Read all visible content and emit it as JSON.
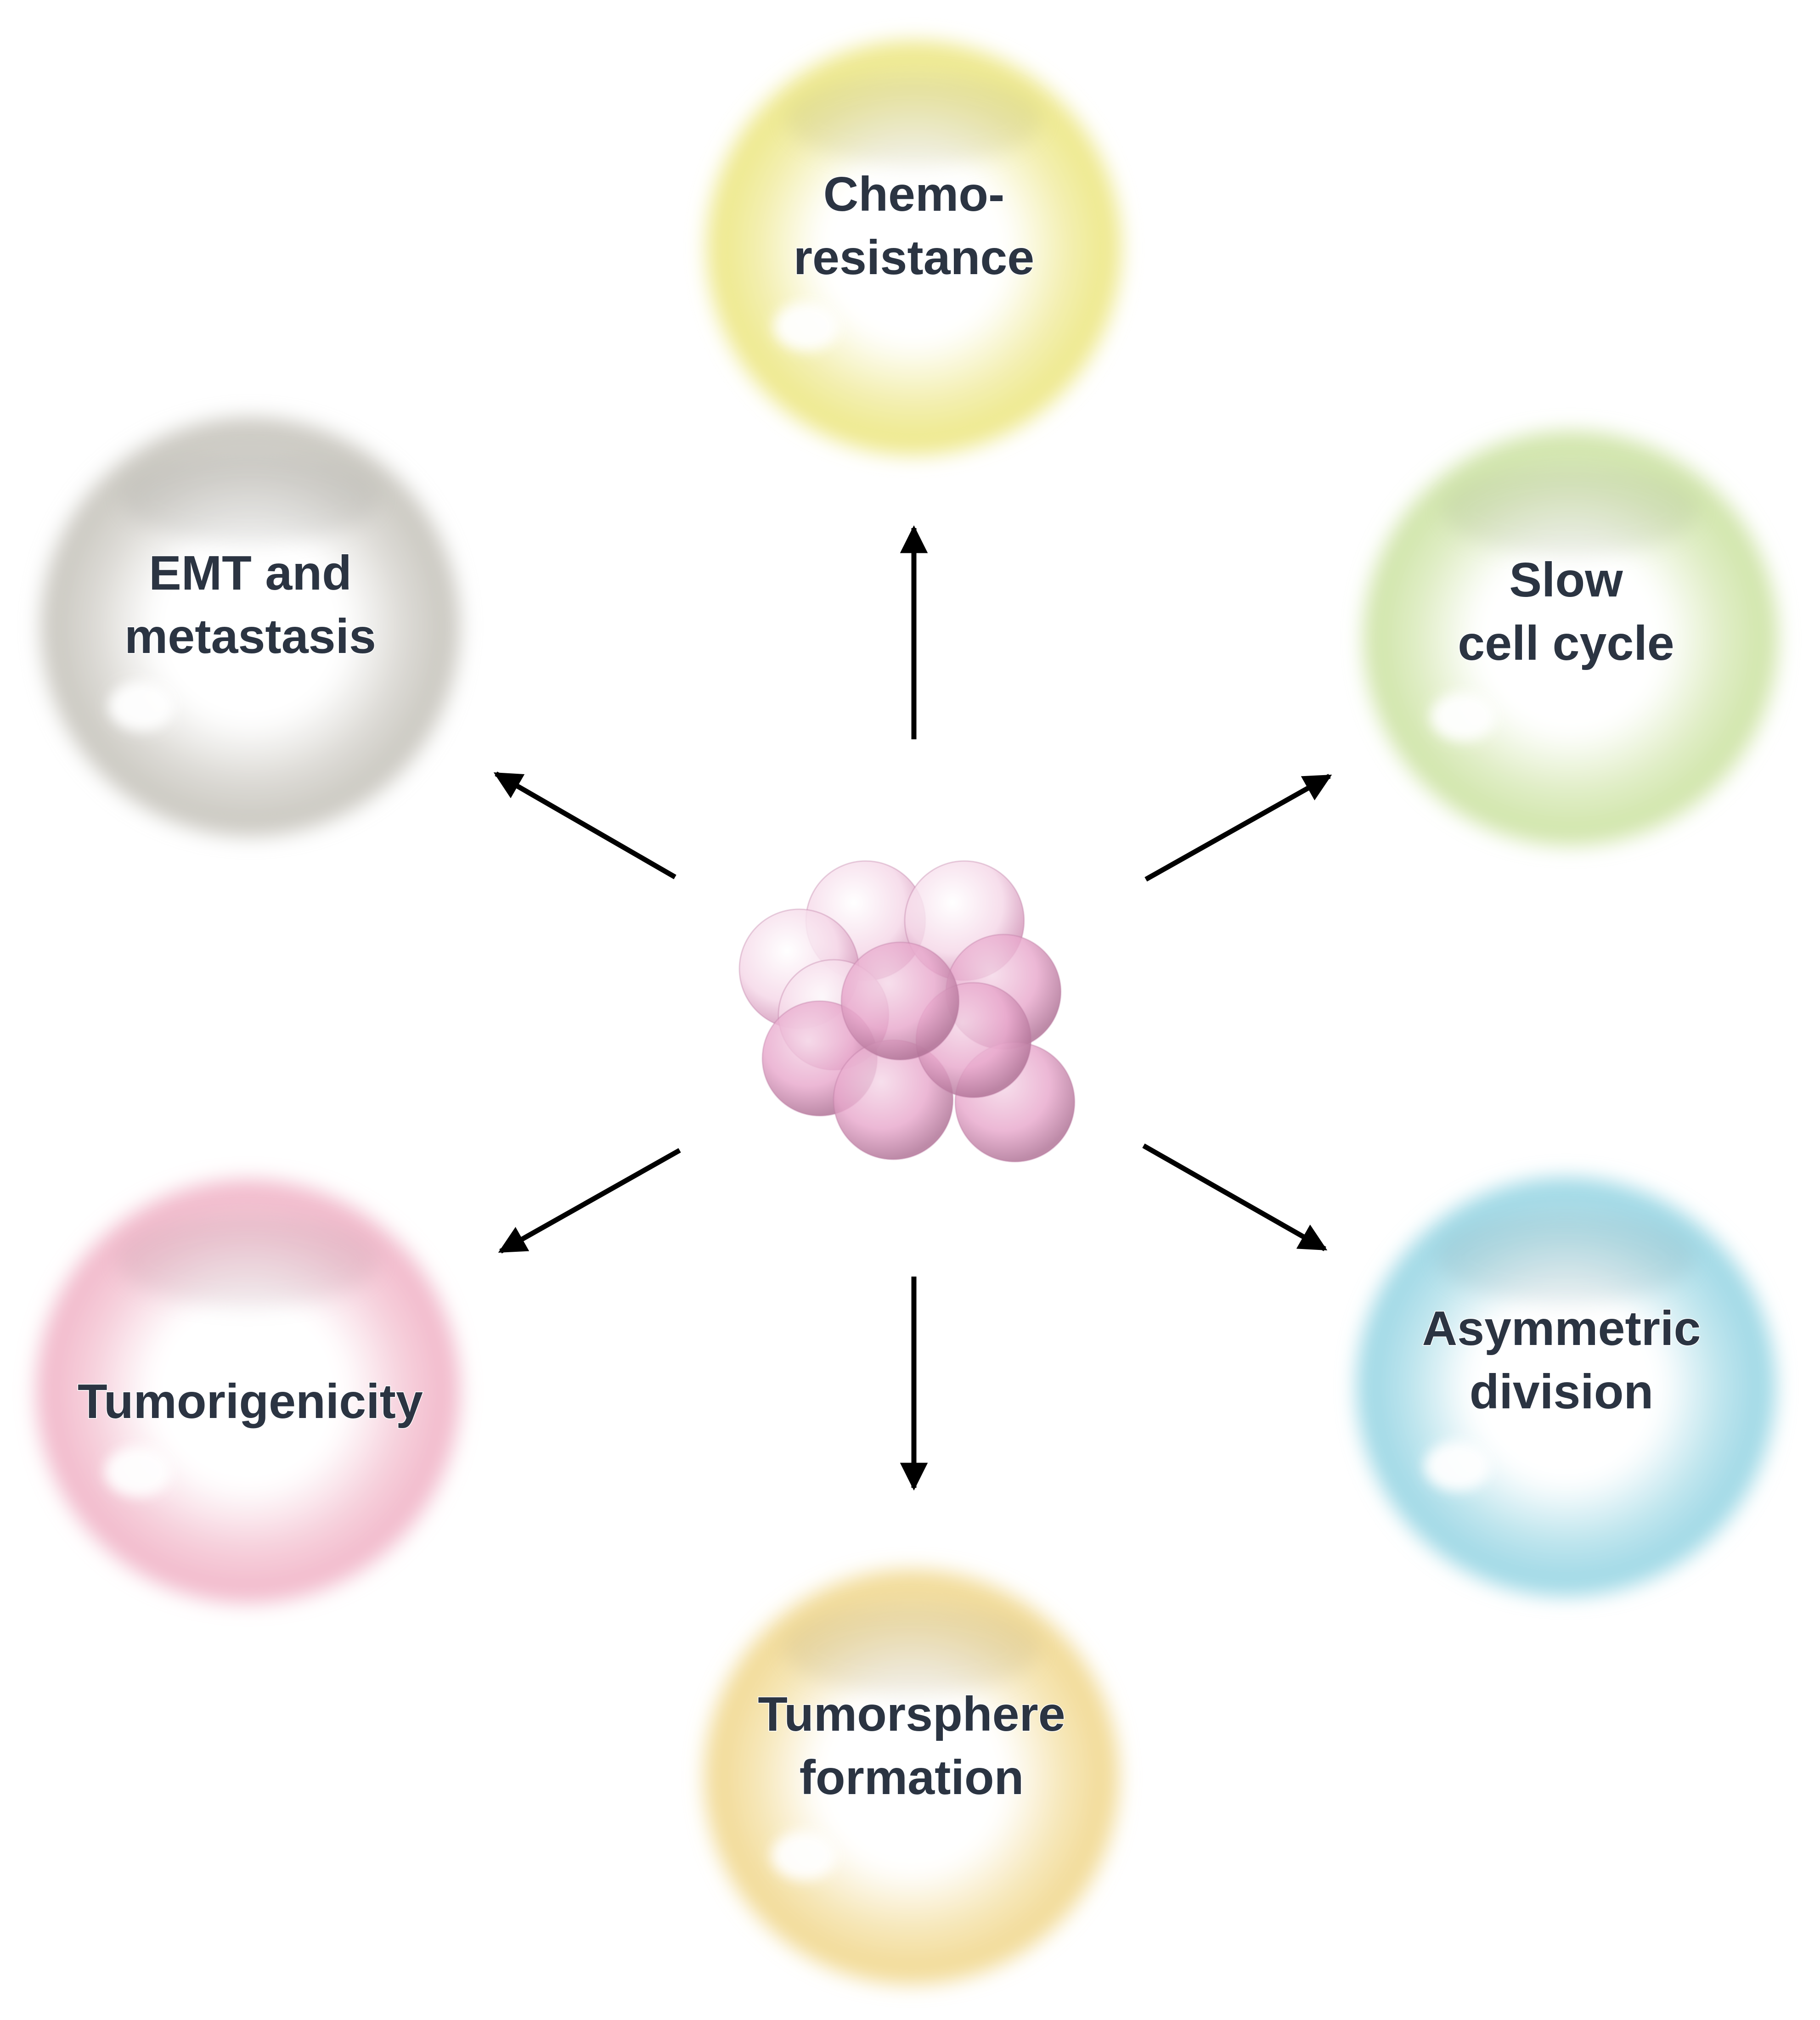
{
  "diagram": {
    "center": {
      "name": "cell cluster",
      "color": "#e8a8cc"
    },
    "properties": [
      {
        "id": "chemoresistance",
        "lines": [
          "Chemo-",
          "resistance"
        ],
        "color": "#ede784",
        "direction": "up"
      },
      {
        "id": "slow-cell-cycle",
        "lines": [
          "Slow",
          "cell cycle"
        ],
        "color": "#cde3a4",
        "direction": "upper-right"
      },
      {
        "id": "asymmetric-division",
        "lines": [
          "Asymmetric",
          "division"
        ],
        "color": "#98d6e4",
        "direction": "lower-right"
      },
      {
        "id": "tumorsphere-formation",
        "lines": [
          "Tumorsphere",
          "formation"
        ],
        "color": "#f1d88f",
        "direction": "down"
      },
      {
        "id": "tumorigenicity",
        "lines": [
          "Tumorigenicity"
        ],
        "color": "#f1b5c8",
        "direction": "lower-left"
      },
      {
        "id": "emt-metastasis",
        "lines": [
          "EMT and",
          "metastasis"
        ],
        "color": "#c7c5bd",
        "direction": "upper-left"
      }
    ]
  }
}
